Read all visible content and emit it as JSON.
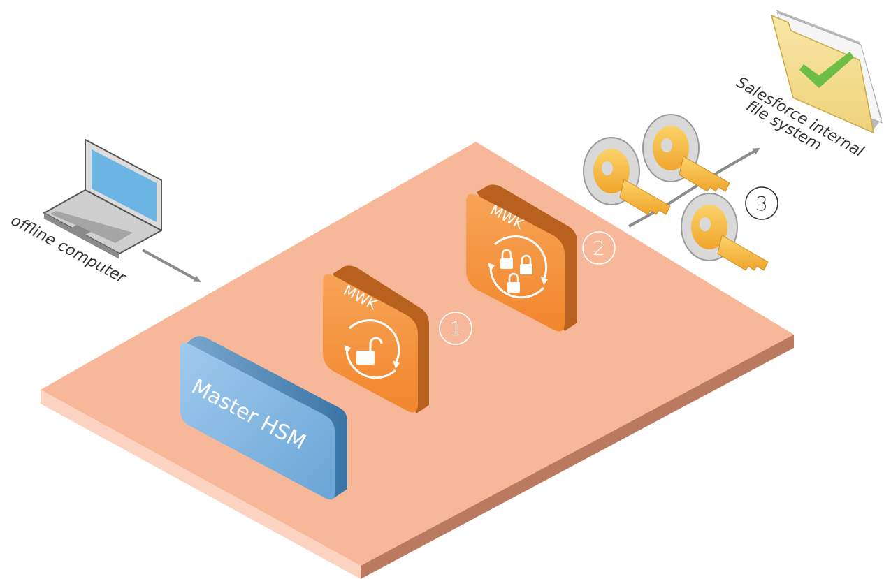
{
  "labels": {
    "offline_computer": "offline computer",
    "file_system_line1": "Salesforce internal",
    "file_system_line2": "file system",
    "master_hsm": "Master HSM",
    "mwk_1": "MWK",
    "mwk_2": "MWK"
  },
  "steps": [
    "1",
    "2",
    "3"
  ],
  "icons": {
    "laptop": "laptop-icon",
    "folder": "folder-check-icon",
    "key": "key-icon",
    "unlock": "unlock-icon",
    "lock": "lock-icon",
    "rotate": "rotate-arrows-icon"
  },
  "colors": {
    "platform_top": "#F7B89A",
    "platform_front": "#FCD3C0",
    "platform_side": "#B97A60",
    "mwk_orange": "#F58F3A",
    "mwk_side": "#B8611E",
    "hsm_blue": "#7DB6E3",
    "hsm_side": "#3D78A8",
    "key_gold": "#F6B73C",
    "step_1_2": "#ffffff",
    "step_3": "#333333",
    "arrow": "#8C8C8C",
    "check_green": "#6DBE45"
  }
}
